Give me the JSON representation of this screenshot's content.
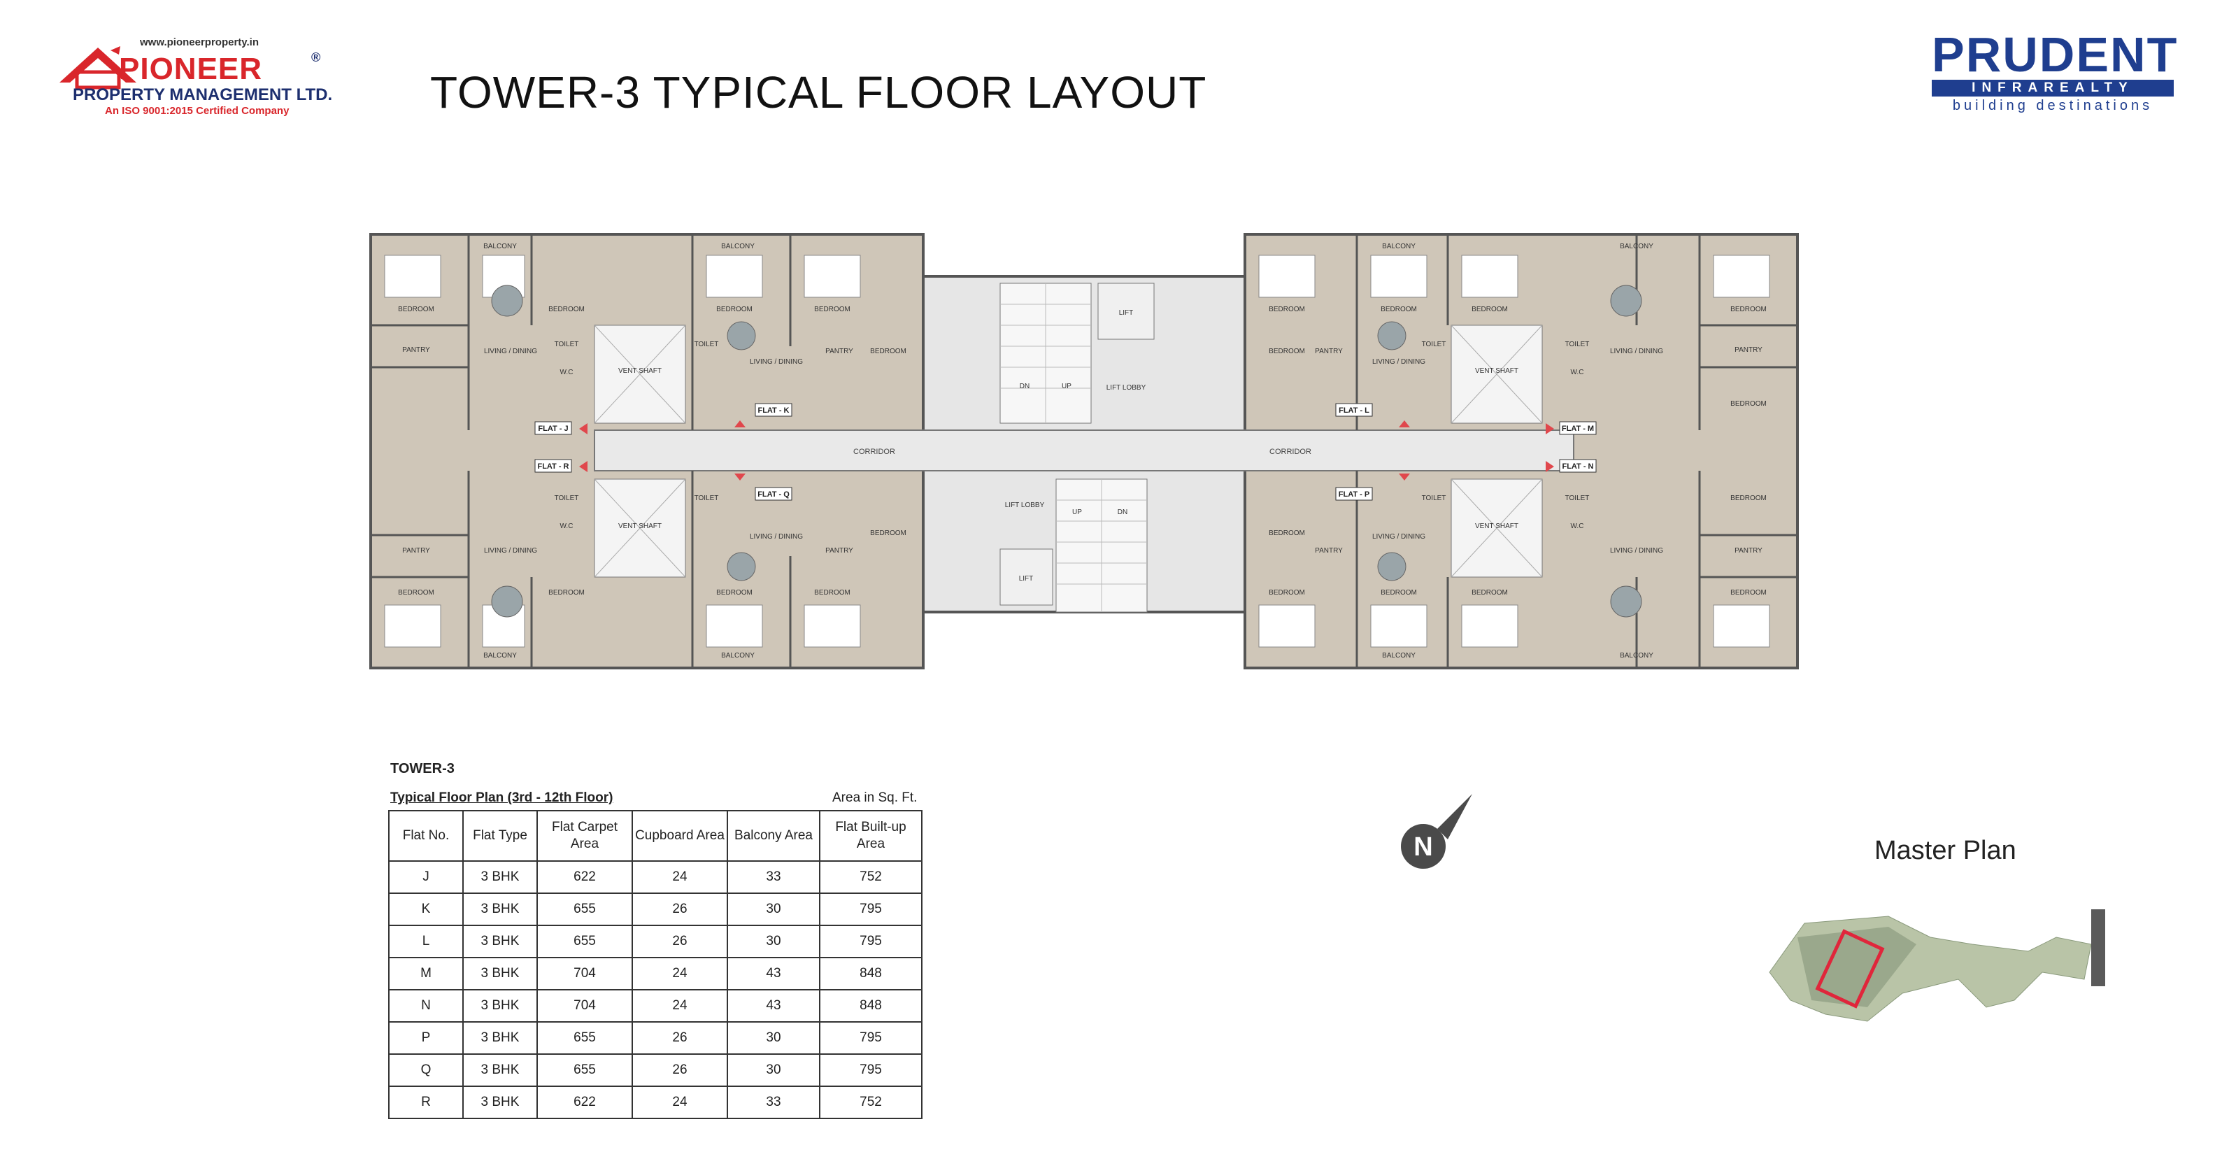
{
  "header": {
    "logo_url_text": "www.pioneerproperty.in",
    "logo_name": "PIONEER",
    "logo_reg": "®",
    "logo_company": "PROPERTY MANAGEMENT LTD.",
    "logo_cert": "An ISO 9001:2015 Certified Company",
    "title": "TOWER-3 TYPICAL FLOOR LAYOUT",
    "brand_name": "PRUDENT",
    "brand_sub": "INFRAREALTY",
    "brand_tagline": "building destinations"
  },
  "plan": {
    "corridor_left": "CORRIDOR",
    "corridor_right": "CORRIDOR",
    "vent_shaft": "VENT SHAFT",
    "lift": "LIFT",
    "lift_lobby": "LIFT LOBBY",
    "up": "UP",
    "dn": "DN",
    "flats": {
      "j": "FLAT - J",
      "k": "FLAT - K",
      "l": "FLAT - L",
      "m": "FLAT - M",
      "n": "FLAT - N",
      "p": "FLAT - P",
      "q": "FLAT - Q",
      "r": "FLAT - R"
    },
    "rooms": {
      "bedroom": "BEDROOM",
      "balcony": "BALCONY",
      "pantry": "PANTRY",
      "living": "LIVING / DINING",
      "toilet": "TOILET",
      "wc": "W.C"
    }
  },
  "table": {
    "tower": "TOWER-3",
    "subtitle": "Typical Floor Plan (3rd - 12th Floor)",
    "unit": "Area in Sq. Ft.",
    "columns": [
      "Flat No.",
      "Flat Type",
      "Flat Carpet Area",
      "Cupboard Area",
      "Balcony Area",
      "Flat Built-up Area"
    ],
    "rows": [
      [
        "J",
        "3 BHK",
        "622",
        "24",
        "33",
        "752"
      ],
      [
        "K",
        "3 BHK",
        "655",
        "26",
        "30",
        "795"
      ],
      [
        "L",
        "3 BHK",
        "655",
        "26",
        "30",
        "795"
      ],
      [
        "M",
        "3 BHK",
        "704",
        "24",
        "43",
        "848"
      ],
      [
        "N",
        "3 BHK",
        "704",
        "24",
        "43",
        "848"
      ],
      [
        "P",
        "3 BHK",
        "655",
        "26",
        "30",
        "795"
      ],
      [
        "Q",
        "3 BHK",
        "655",
        "26",
        "30",
        "795"
      ],
      [
        "R",
        "3 BHK",
        "622",
        "24",
        "33",
        "752"
      ]
    ]
  },
  "compass": {
    "label": "N"
  },
  "master_plan": {
    "label": "Master Plan"
  }
}
